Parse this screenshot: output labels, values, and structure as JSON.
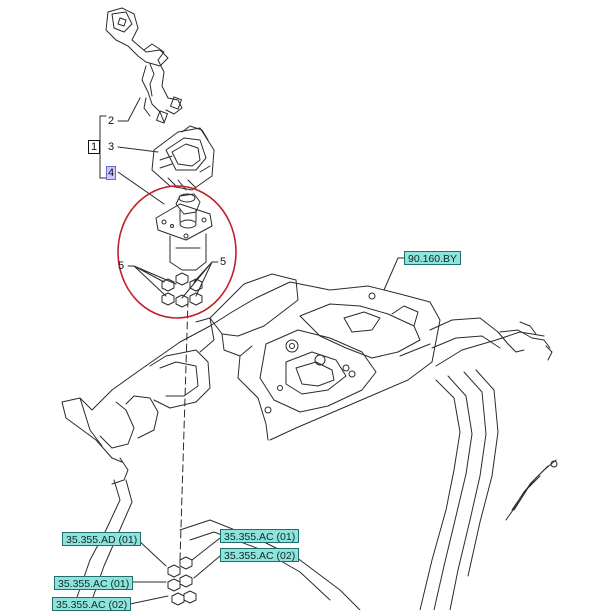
{
  "diagram": {
    "callouts": {
      "group": "1",
      "part2": "2",
      "part3": "3",
      "part4": "4",
      "part5_left": "5",
      "part5_right": "5"
    },
    "refs": {
      "r90160by": "90.160.BY",
      "r35355ad01": "35.355.AD (01)",
      "r35355ac01_right": "35.355.AC (01)",
      "r35355ac02_right": "35.355.AC (02)",
      "r35355ac01_left": "35.355.AC (01)",
      "r35355ac02_left": "35.355.AC (02)"
    },
    "colors": {
      "line": "#2b2b2b",
      "highlight_ellipse": "#c0202a",
      "ref_fill": "#8fe3dc",
      "ref_border": "#1f6f6a"
    }
  }
}
